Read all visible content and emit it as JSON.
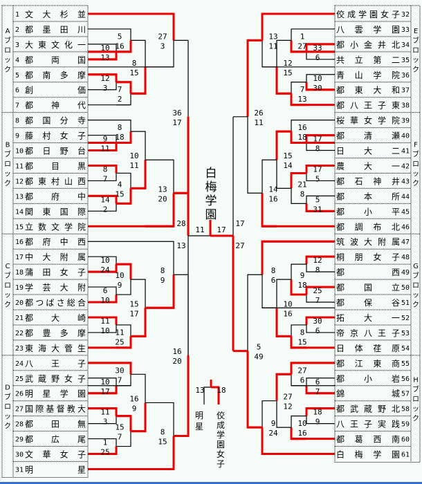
{
  "title": "トーナメント表",
  "champion": "白梅学園",
  "colors": {
    "winner_line": "#ee0000",
    "line": "#000000",
    "background": "#f5fbf7"
  },
  "blocks": [
    {
      "label": "Aブロック",
      "side": "left",
      "start": 1,
      "end": 7
    },
    {
      "label": "Bブロック",
      "side": "left",
      "start": 8,
      "end": 15
    },
    {
      "label": "Cブロック",
      "side": "left",
      "start": 16,
      "end": 23
    },
    {
      "label": "Dブロック",
      "side": "left",
      "start": 24,
      "end": 31
    },
    {
      "label": "Eブロック",
      "side": "right",
      "start": 32,
      "end": 38
    },
    {
      "label": "Fブロック",
      "side": "right",
      "start": 39,
      "end": 46
    },
    {
      "label": "Gブロック",
      "side": "right",
      "start": 47,
      "end": 54
    },
    {
      "label": "Hブロック",
      "side": "right",
      "start": 55,
      "end": 61
    }
  ],
  "teams_left": [
    {
      "no": "1",
      "name": "文大杉並"
    },
    {
      "no": "2",
      "name": "都墨田川"
    },
    {
      "no": "3",
      "name": "大東文化一"
    },
    {
      "no": "4",
      "name": "都両国"
    },
    {
      "no": "5",
      "name": "都南多摩"
    },
    {
      "no": "6",
      "name": "創価"
    },
    {
      "no": "7",
      "name": "都神代"
    },
    {
      "no": "8",
      "name": "都国分寺"
    },
    {
      "no": "9",
      "name": "藤村女子"
    },
    {
      "no": "10",
      "name": "都日野台"
    },
    {
      "no": "11",
      "name": "都目黒"
    },
    {
      "no": "12",
      "name": "都東村山西"
    },
    {
      "no": "13",
      "name": "都府中"
    },
    {
      "no": "14",
      "name": "関東国際"
    },
    {
      "no": "15",
      "name": "立数文学院"
    },
    {
      "no": "16",
      "name": "都府中西"
    },
    {
      "no": "17",
      "name": "中大附属"
    },
    {
      "no": "18",
      "name": "蒲田女子"
    },
    {
      "no": "19",
      "name": "学芸大附"
    },
    {
      "no": "20",
      "name": "都つばさ総合"
    },
    {
      "no": "21",
      "name": "都大崎"
    },
    {
      "no": "22",
      "name": "都豊多摩"
    },
    {
      "no": "23",
      "name": "東海大菅生"
    },
    {
      "no": "24",
      "name": "八王子"
    },
    {
      "no": "25",
      "name": "武蔵野女子"
    },
    {
      "no": "26",
      "name": "明星学園"
    },
    {
      "no": "27",
      "name": "国際基督教大"
    },
    {
      "no": "28",
      "name": "都田無"
    },
    {
      "no": "29",
      "name": "都広尾"
    },
    {
      "no": "30",
      "name": "文華女子"
    },
    {
      "no": "31",
      "name": "明星"
    }
  ],
  "teams_right": [
    {
      "no": "32",
      "name": "佼成学園女子"
    },
    {
      "no": "33",
      "name": "八雲学園"
    },
    {
      "no": "34",
      "name": "都小金井北"
    },
    {
      "no": "35",
      "name": "共立第二"
    },
    {
      "no": "36",
      "name": "青山学院"
    },
    {
      "no": "37",
      "name": "都東大和"
    },
    {
      "no": "38",
      "name": "都八王子東"
    },
    {
      "no": "39",
      "name": "桜華女学院"
    },
    {
      "no": "40",
      "name": "都清瀬"
    },
    {
      "no": "41",
      "name": "日大二"
    },
    {
      "no": "42",
      "name": "農大一"
    },
    {
      "no": "43",
      "name": "都石神井"
    },
    {
      "no": "44",
      "name": "都本所"
    },
    {
      "no": "45",
      "name": "都小平"
    },
    {
      "no": "46",
      "name": "都調布北"
    },
    {
      "no": "47",
      "name": "筑波大附属"
    },
    {
      "no": "48",
      "name": "桐朋女子"
    },
    {
      "no": "49",
      "name": "都西"
    },
    {
      "no": "50",
      "name": "都国立"
    },
    {
      "no": "51",
      "name": "都保谷"
    },
    {
      "no": "52",
      "name": "拓大一"
    },
    {
      "no": "53",
      "name": "帝京八王子"
    },
    {
      "no": "54",
      "name": "日体荏原"
    },
    {
      "no": "55",
      "name": "都江東商"
    },
    {
      "no": "56",
      "name": "都小岩"
    },
    {
      "no": "57",
      "name": "錦城"
    },
    {
      "no": "58",
      "name": "都武蔵野北"
    },
    {
      "no": "59",
      "name": "八王子実践"
    },
    {
      "no": "60",
      "name": "都葛西南"
    },
    {
      "no": "61",
      "name": "白梅学園"
    }
  ],
  "final": {
    "left_team": "明星",
    "right_team": "佼成学園女子",
    "left_score": "13",
    "right_score": "18"
  },
  "matches": [
    {
      "side": "L",
      "round": 1,
      "a": 2,
      "b": 3,
      "sa": "10",
      "sb": "13",
      "winner": "b"
    },
    {
      "side": "L",
      "round": 1,
      "a": 4,
      "b": 5,
      "sa": "12",
      "sb": "3",
      "winner": "a"
    },
    {
      "side": "L",
      "round": 1,
      "a": 8,
      "b": 9,
      "sa": "9",
      "sb": "11",
      "winner": "b"
    },
    {
      "side": "L",
      "round": 1,
      "a": 10,
      "b": 11,
      "sa": "8",
      "sb": "7",
      "winner": "a"
    },
    {
      "side": "L",
      "round": 1,
      "a": 12,
      "b": 13,
      "sa": "14",
      "sb": "2",
      "winner": "a"
    },
    {
      "side": "L",
      "round": 1,
      "a": 16,
      "b": 17,
      "sa": "10",
      "sb": "24",
      "winner": "b"
    },
    {
      "side": "L",
      "round": 1,
      "a": 18,
      "b": 19,
      "sa": "6",
      "sb": "10",
      "winner": "b"
    },
    {
      "side": "L",
      "round": 1,
      "a": 20,
      "b": 21,
      "sa": "11",
      "sb": "10",
      "winner": "a"
    },
    {
      "side": "L",
      "round": 1,
      "a": 24,
      "b": 25,
      "sa": "10",
      "sb": "17",
      "winner": "b"
    },
    {
      "side": "L",
      "round": 1,
      "a": 26,
      "b": 27,
      "sa": "11",
      "sb": "3",
      "winner": "a"
    },
    {
      "side": "L",
      "round": 1,
      "a": 28,
      "b": 29,
      "sa": "1",
      "sb": "25",
      "winner": "b"
    }
  ],
  "scores": {
    "A_r2_top": [
      "5",
      "16"
    ],
    "A_r2_bot": [
      "7",
      "2"
    ],
    "A_r3": [
      "8",
      "15"
    ],
    "A_r4": [
      "27",
      "3"
    ],
    "B_r2_top": [
      "8",
      "18"
    ],
    "B_r2_bot": [
      "4",
      "15"
    ],
    "B_r3": [
      "10",
      "11"
    ],
    "B_r4": [
      "13",
      "20"
    ],
    "AB_r5": [
      "36",
      "17"
    ],
    "C_r2_top": [
      "10",
      "9"
    ],
    "C_r2_bot": [
      "11",
      "25"
    ],
    "C_r3": [
      "15",
      "17"
    ],
    "C_r4": [
      "8",
      "9"
    ],
    "D_r2_top": [
      "30",
      "7"
    ],
    "D_r2_bot": [
      "15",
      "7"
    ],
    "D_r3": [
      "16",
      "9"
    ],
    "D_r4": [
      "8",
      "15"
    ],
    "CD_r5": [
      "16",
      "20"
    ],
    "L_semi": [
      "28",
      "13"
    ],
    "final_scores": [
      "11",
      "17"
    ],
    "R_semi": [
      "17",
      "27"
    ],
    "E_r1_a": [
      "33",
      "6"
    ],
    "E_r1_b": [
      "10",
      "30"
    ],
    "E_r2_top": [
      "1",
      "27"
    ],
    "E_r2_bot": [
      "7",
      "13"
    ],
    "E_r3": [
      "12",
      "15"
    ],
    "E_r4": [
      "13",
      "11"
    ],
    "F_r1_a": [
      "17",
      "8"
    ],
    "F_r1_b": [
      "17",
      "5"
    ],
    "F_r1_c": [
      "5",
      "31"
    ],
    "F_r2_top": [
      "16",
      "18"
    ],
    "F_r2_bot": [
      "21",
      "8"
    ],
    "F_r3": [
      "15",
      "14"
    ],
    "F_r4": [
      "14",
      "16"
    ],
    "EF_r5": [
      "26",
      "11"
    ],
    "G_r1_a": [
      "12",
      "8"
    ],
    "G_r1_b": [
      "25",
      "7"
    ],
    "G_r1_c": [
      "30",
      "6"
    ],
    "G_r2_top": [
      "9",
      "18"
    ],
    "G_r2_bot": [
      "8",
      "15"
    ],
    "G_r3": [
      "10",
      "16"
    ],
    "G_r4": [
      "8",
      "6"
    ],
    "H_r1_a": [
      "6",
      "7"
    ],
    "H_r1_b": [
      "18",
      "9"
    ],
    "H_r2_top": [
      "27",
      "6"
    ],
    "H_r2_bot": [
      "10",
      "16"
    ],
    "H_r3": [
      "27",
      "12"
    ],
    "H_r4": [
      "9",
      "24"
    ],
    "GH_r5": [
      "5",
      "49"
    ]
  }
}
